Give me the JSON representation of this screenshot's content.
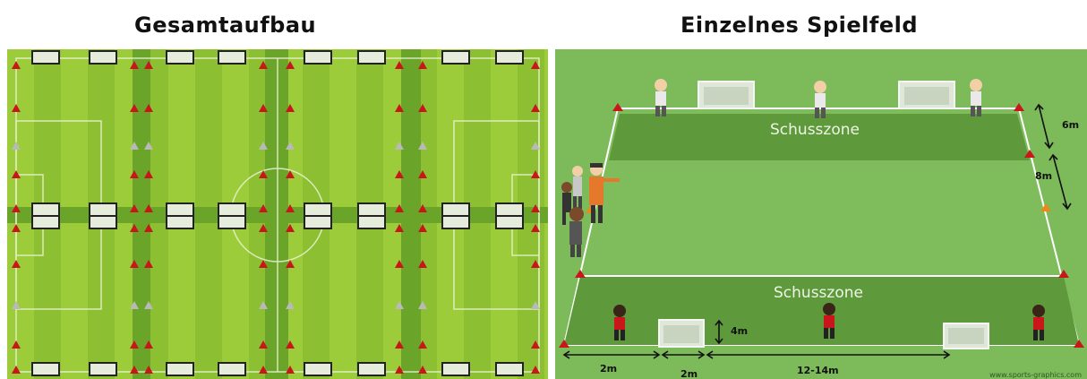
{
  "titles": {
    "left": "Gesamtaufbau",
    "right": "Einzelnes Spielfeld"
  },
  "field": {
    "zone_label_top": "Schusszone",
    "zone_label_bottom": "Schusszone",
    "dimensions": {
      "zone_depth": "6m",
      "middle_gap": "8m",
      "goal_distance": "4m",
      "corner_gap": "2m",
      "goal_width": "2m",
      "goal_spacing": "12-14m"
    },
    "credit": "www.sports-graphics.com"
  },
  "colors": {
    "grass_light": "#9ccc3a",
    "grass_dark": "#7fb52c",
    "zone_green": "#5e9a3c",
    "field_green": "#7cba5a",
    "cone_red": "#c8161b",
    "cone_grey": "#b9b9b9",
    "cone_orange": "#e8891a"
  }
}
